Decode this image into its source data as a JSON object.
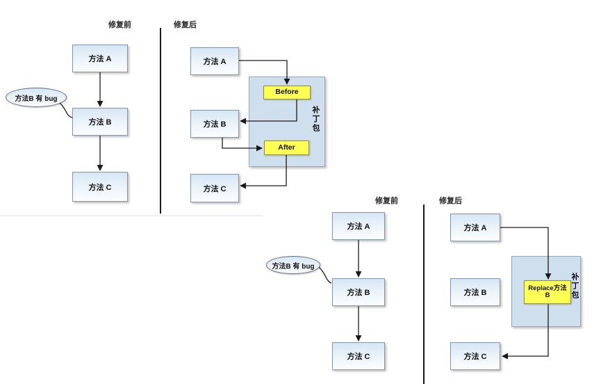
{
  "colors": {
    "node_fill_top": "#d7e6f4",
    "node_fill_bottom": "#fbfdff",
    "node_border": "#8494a8",
    "patch_fill": "#cfdfee",
    "patch_border": "#98a6b8",
    "highlight_fill": "#ffff55",
    "highlight_border": "#8e8e3a",
    "arrow": "#1a1a1a"
  },
  "diagram1": {
    "label_before": "修复前",
    "label_after": "修复后",
    "bubble": "方法B 有 bug",
    "left": {
      "a": "方法 A",
      "b": "方法 B",
      "c": "方法 C"
    },
    "right": {
      "a": "方法 A",
      "b": "方法 B",
      "c": "方法 C",
      "patch": "补丁包",
      "before_hook": "Before",
      "after_hook": "After"
    }
  },
  "diagram2": {
    "label_before": "修复前",
    "label_after": "修复后",
    "bubble": "方法B 有 bug",
    "left": {
      "a": "方法 A",
      "b": "方法 B",
      "c": "方法 C"
    },
    "right": {
      "a": "方法 A",
      "b": "方法 B",
      "c": "方法 C",
      "patch": "补丁包",
      "replace_hook": "Replace方法 B"
    }
  }
}
